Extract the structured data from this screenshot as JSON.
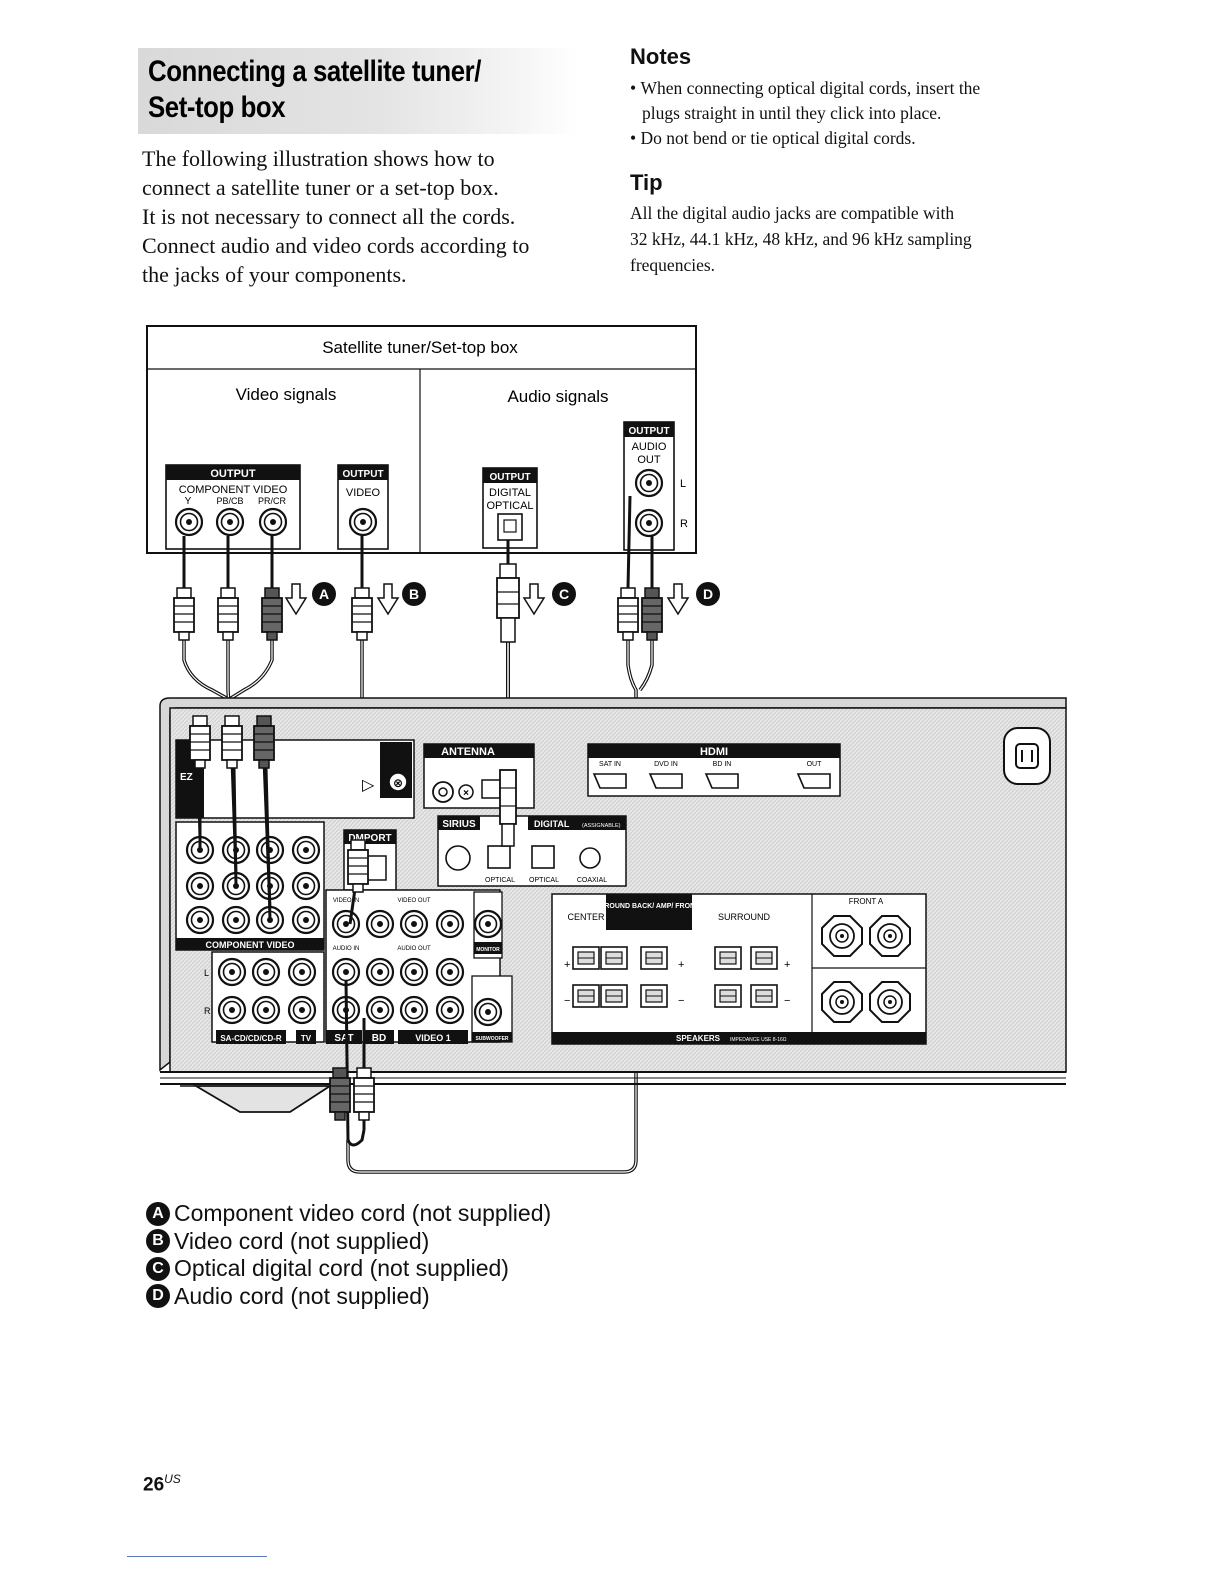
{
  "heading": {
    "line1": "Connecting a satellite tuner/",
    "line2": "Set-top box"
  },
  "intro": [
    "The following illustration shows how to",
    "connect a satellite tuner or a set-top box.",
    "It is not necessary to connect all the cords.",
    "Connect audio and video cords according to",
    "the jacks of your components."
  ],
  "notes": {
    "title": "Notes",
    "items": [
      [
        "When connecting optical digital cords, insert the",
        "plugs straight in until they click into place."
      ],
      [
        "Do not bend or tie optical digital cords."
      ]
    ]
  },
  "tip": {
    "title": "Tip",
    "lines": [
      "All the digital audio jacks are compatible with",
      "32 kHz, 44.1 kHz, 48 kHz, and 96 kHz sampling",
      "frequencies."
    ]
  },
  "diagram": {
    "source_title": "Satellite tuner/Set-top box",
    "video_signals": "Video signals",
    "audio_signals": "Audio signals",
    "output_label": "OUTPUT",
    "component_video": "COMPONENT VIDEO",
    "component_y": "Y",
    "component_pb": "PB/CB",
    "component_pr": "PR/CR",
    "video": "VIDEO",
    "digital": "DIGITAL",
    "optical": "OPTICAL",
    "audio": "AUDIO",
    "out": "OUT",
    "left": "L",
    "right": "R",
    "badges": [
      "A",
      "B",
      "C",
      "D"
    ],
    "receiver": {
      "antenna": "ANTENNA",
      "hdmi": "HDMI",
      "hdmi_jacks": [
        "SAT IN",
        "DVD IN",
        "BD IN",
        "OUT"
      ],
      "sirius": "SIRIUS",
      "digital_assignable": "DIGITAL",
      "assignable": "(ASSIGNABLE)",
      "dmport": "DMPORT",
      "optical": "OPTICAL",
      "coaxial": "COAXIAL",
      "component_video": "COMPONENT VIDEO",
      "monitor": "MONITOR",
      "video_in": "VIDEO IN",
      "video_out": "VIDEO OUT",
      "audio_in": "AUDIO IN",
      "audio_out": "AUDIO OUT",
      "subwoofer": "SUBWOOFER",
      "input_groups": [
        "SA-CD/CD/CD-R",
        "TV",
        "SAT",
        "BD",
        "VIDEO 1"
      ],
      "center": "CENTER",
      "surround_back": "SURROUND BACK/ AMP/ FRONT B",
      "surround": "SURROUND",
      "front_a": "FRONT A",
      "speakers": "SPEAKERS",
      "impedance": "IMPEDANCE USE 8-16Ω",
      "plus": "+",
      "minus": "−"
    }
  },
  "legend": [
    {
      "badge": "A",
      "text": "Component video cord (not supplied)"
    },
    {
      "badge": "B",
      "text": "Video cord (not supplied)"
    },
    {
      "badge": "C",
      "text": "Optical digital cord (not supplied)"
    },
    {
      "badge": "D",
      "text": "Audio cord (not supplied)"
    }
  ],
  "page": {
    "number": "26",
    "suffix": "US"
  }
}
